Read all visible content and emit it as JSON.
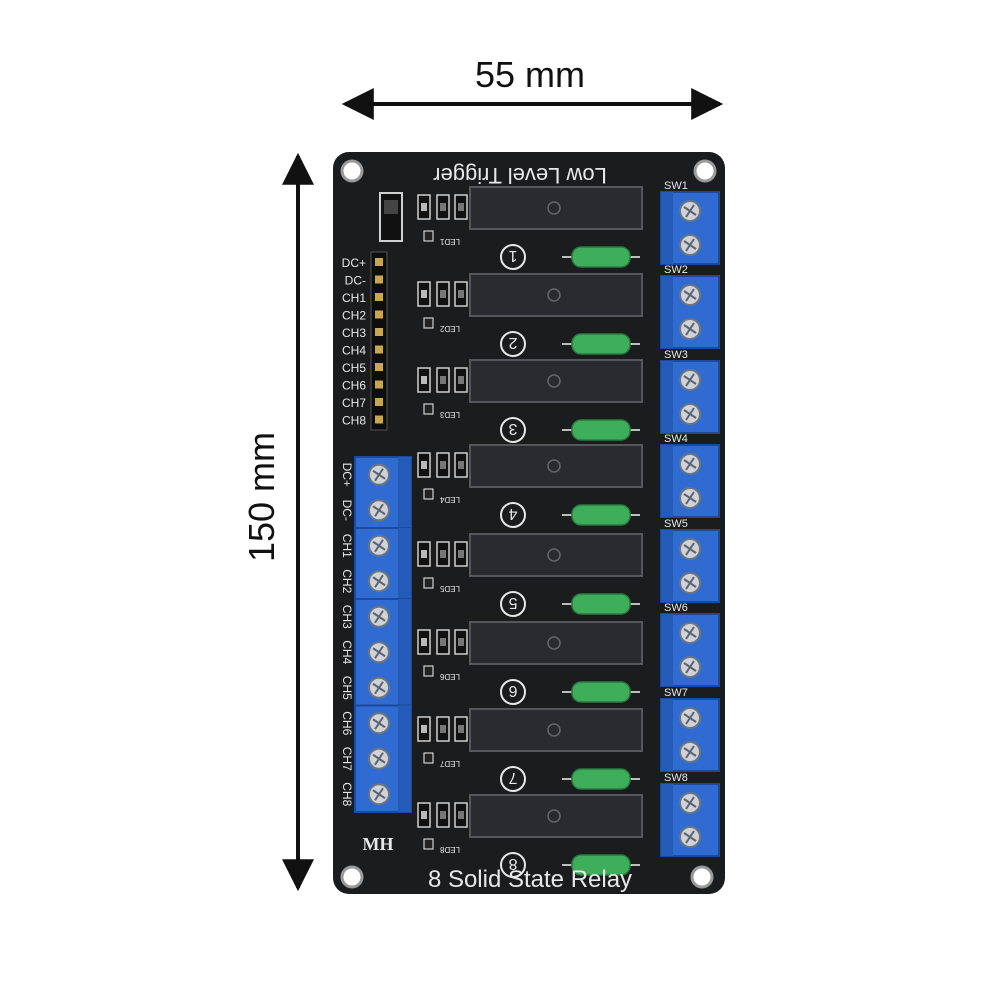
{
  "dimensions": {
    "width_label": "55 mm",
    "height_label": "150 mm"
  },
  "board": {
    "title": "8 Solid State Relay",
    "trigger_label": "Low Level Trigger",
    "maker_label": "MH",
    "color": "#1b1c1e",
    "terminal_color": "#2f6bd1",
    "relay_color": "#2a2b2e",
    "fuse_color": "#3fae5a",
    "header_pins": [
      "DC+",
      "DC-",
      "CH1",
      "CH2",
      "CH3",
      "CH4",
      "CH5",
      "CH6",
      "CH7",
      "CH8"
    ],
    "input_terminal_labels": [
      "DC+",
      "DC-",
      "CH1",
      "CH2",
      "CH3",
      "CH4",
      "CH5",
      "CH6",
      "CH7",
      "CH8"
    ],
    "switch_labels": [
      "SW1",
      "SW2",
      "SW3",
      "SW4",
      "SW5",
      "SW6",
      "SW7",
      "SW8"
    ],
    "channel_numbers": [
      "1",
      "2",
      "3",
      "4",
      "5",
      "6",
      "7",
      "8"
    ],
    "led_labels": [
      "LED1",
      "LED2",
      "LED3",
      "LED4",
      "LED5",
      "LED6",
      "LED7",
      "LED8"
    ]
  }
}
